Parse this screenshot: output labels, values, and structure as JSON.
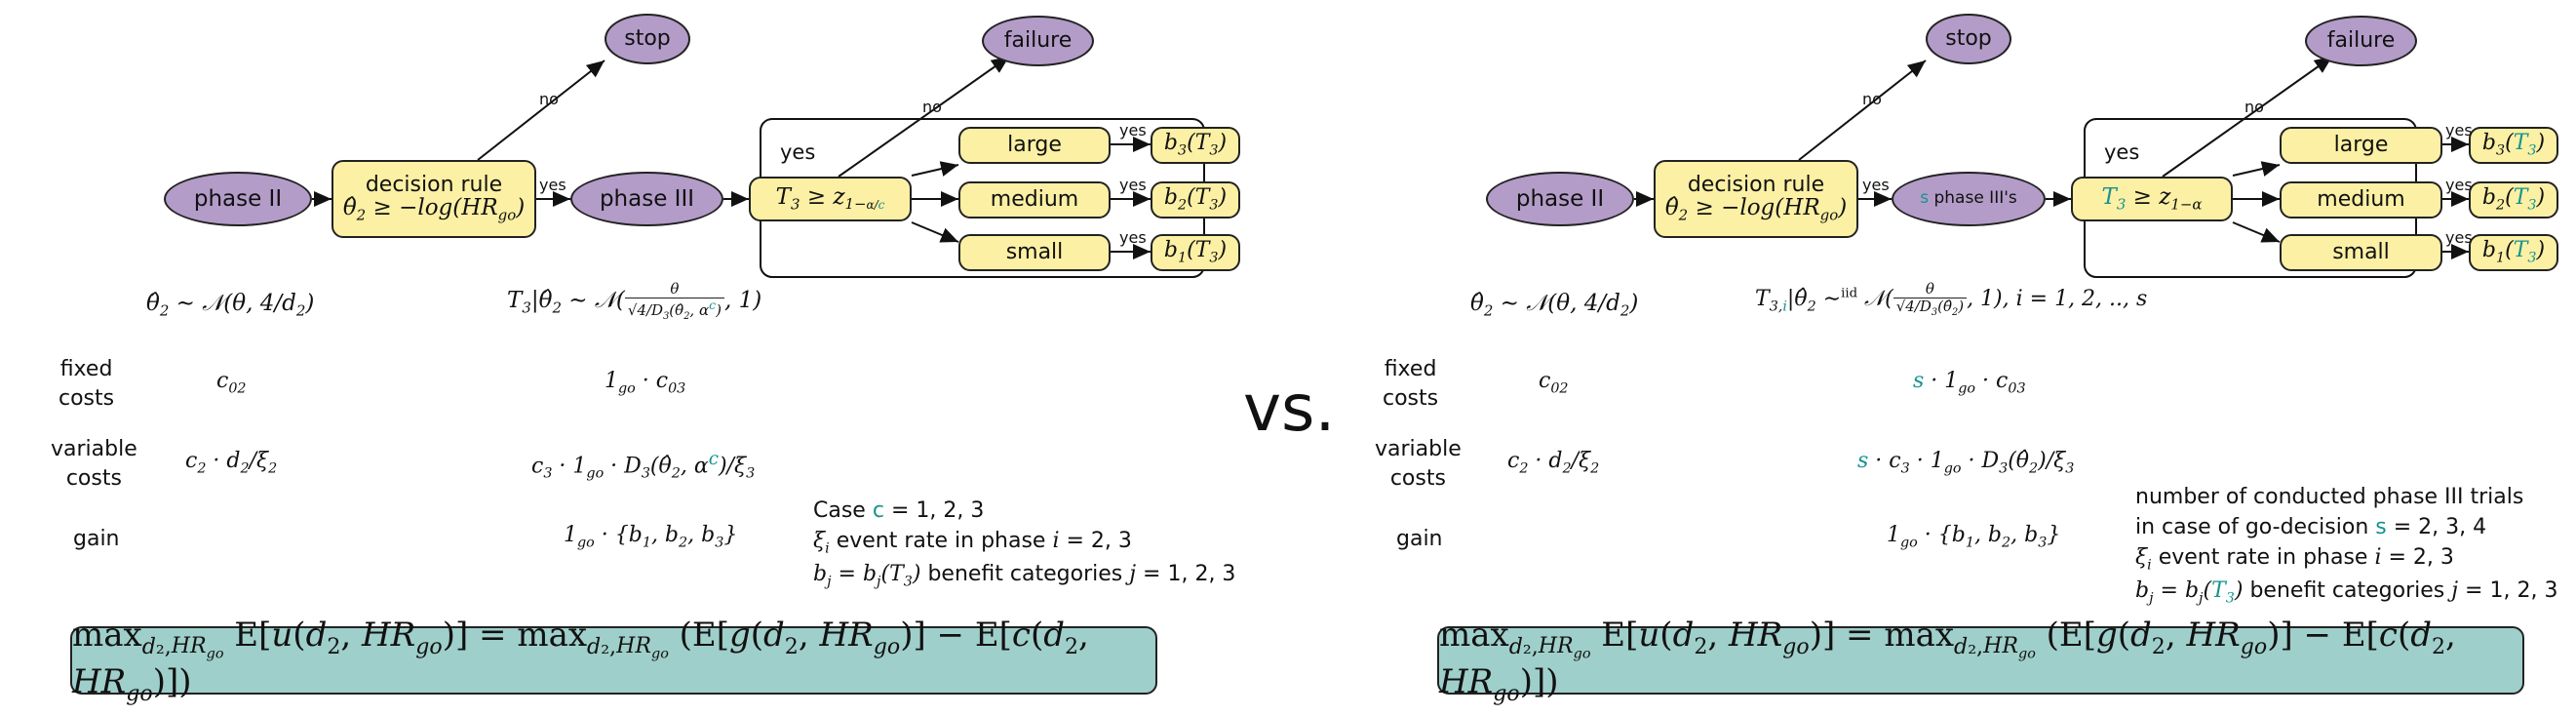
{
  "vs_label": "vs.",
  "left": {
    "nodes": {
      "phase2": "phase II",
      "decision_title": "decision rule",
      "decision_formula": "θ̂₂ ≥ −log(HR_go)",
      "phase3": "phase III",
      "test": "T₃ ≥ z₁₋α/c",
      "stop": "stop",
      "failure": "failure",
      "large": "large",
      "medium": "medium",
      "small": "small",
      "b3": "b₃(T₃)",
      "b2": "b₂(T₃)",
      "b1": "b₁(T₃)"
    },
    "edges": {
      "yes1": "yes",
      "no1": "no",
      "yes_group": "yes",
      "no2": "no",
      "yes_large": "yes",
      "yes_medium": "yes",
      "yes_small": "yes"
    },
    "dist_phase2": "θ̂₂ ∼ 𝒩(θ, 4/d₂)",
    "dist_phase3": "T₃|θ̂₂ ∼ 𝒩(θ/√(4/D₃(θ̂₂, α^c)), 1)",
    "rows": {
      "fixed_label": "fixed\ncosts",
      "fixed_p2": "c₀₂",
      "fixed_p3": "1_go · c₀₃",
      "variable_label": "variable\ncosts",
      "variable_p2": "c₂ · d₂/ξ₂",
      "variable_p3": "c₃ · 1_go · D₃(θ̂₂, α^c)/ξ₃",
      "gain_label": "gain",
      "gain_p3": "1_go · {b₁, b₂, b₃}"
    },
    "notes": [
      "Case c = 1, 2, 3",
      "ξᵢ event rate in phase i = 2, 3",
      "bⱼ = bⱼ(T₃) benefit categories j = 1, 2, 3"
    ],
    "objective": "max_{d₂,HR_go} E[u(d₂, HR_go)] = max_{d₂,HR_go} (E[g(d₂, HR_go)] − E[c(d₂, HR_go)])"
  },
  "right": {
    "nodes": {
      "phase2": "phase II",
      "decision_title": "decision rule",
      "decision_formula": "θ̂₂ ≥ −log(HR_go)",
      "phase3": "s phase III's",
      "test": "T₃ ≥ z₁₋α",
      "stop": "stop",
      "failure": "failure",
      "large": "large",
      "medium": "medium",
      "small": "small",
      "b3": "b₃(T₃)",
      "b2": "b₂(T₃)",
      "b1": "b₁(T₃)"
    },
    "edges": {
      "yes1": "yes",
      "no1": "no",
      "yes_group": "yes",
      "no2": "no",
      "yes_large": "yes",
      "yes_medium": "yes",
      "yes_small": "yes"
    },
    "dist_phase2": "θ̂₂ ∼ 𝒩(θ, 4/d₂)",
    "dist_phase3": "T₃,ᵢ|θ̂₂ ∼iid 𝒩(θ/√(4/D₃(θ̂₂)), 1), i = 1, 2, .., s",
    "rows": {
      "fixed_label": "fixed\ncosts",
      "fixed_p2": "c₀₂",
      "fixed_p3": "s · 1_go · c₀₃",
      "variable_label": "variable\ncosts",
      "variable_p2": "c₂ · d₂/ξ₂",
      "variable_p3": "s · c₃ · 1_go · D₃(θ̂₂)/ξ₃",
      "gain_label": "gain",
      "gain_p3": "1_go · {b₁, b₂, b₃}"
    },
    "notes": [
      "number of conducted phase III trials",
      "in case of go-decision s = 2, 3, 4",
      "ξᵢ event rate in phase i = 2, 3",
      "bⱼ = bⱼ(T₃) benefit categories j = 1, 2, 3"
    ],
    "objective": "max_{d₂,HR_go} E[u(d₂, HR_go)] = max_{d₂,HR_go} (E[g(d₂, HR_go)] − E[c(d₂, HR_go)])"
  },
  "colors": {
    "ellipse_fill": "#b39cc8",
    "box_fill": "#fcf0a4",
    "objective_fill": "#9fcfca",
    "accent": "#16938f"
  }
}
